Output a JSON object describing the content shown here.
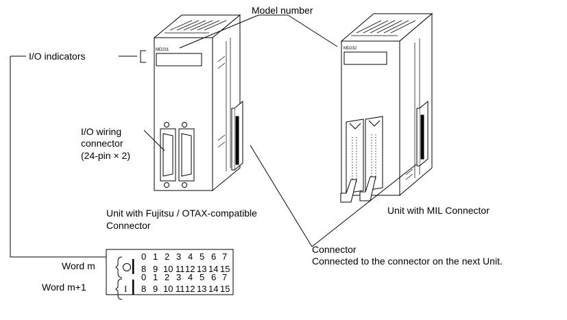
{
  "labels": {
    "model_number": "Model number",
    "io_indicators": "I/O indicators",
    "io_wiring_line1": "I/O wiring",
    "io_wiring_line2": "connector",
    "io_wiring_line3": "(24-pin × 2)",
    "unit_fujitsu_line1": "Unit with Fujitsu / OTAX-compatible",
    "unit_fujitsu_line2": "Connector",
    "unit_mil": "Unit with MIL Connector",
    "connector_title": "Connector",
    "connector_desc": "Connected to the connector on the next Unit."
  },
  "units": {
    "left_model": "MD231",
    "right_model": "MD232"
  },
  "indicator_panel": {
    "word_m_label": "Word m",
    "word_m1_label": "Word m+1",
    "output_symbol": "O",
    "input_symbol": "I",
    "rows": [
      [
        "0",
        "1",
        "2",
        "3",
        "4",
        "5",
        "6",
        "7"
      ],
      [
        "8",
        "9",
        "10",
        "11",
        "12",
        "13",
        "14",
        "15"
      ],
      [
        "0",
        "1",
        "2",
        "3",
        "4",
        "5",
        "6",
        "7"
      ],
      [
        "8",
        "9",
        "10",
        "11",
        "12",
        "13",
        "14",
        "15"
      ]
    ]
  }
}
